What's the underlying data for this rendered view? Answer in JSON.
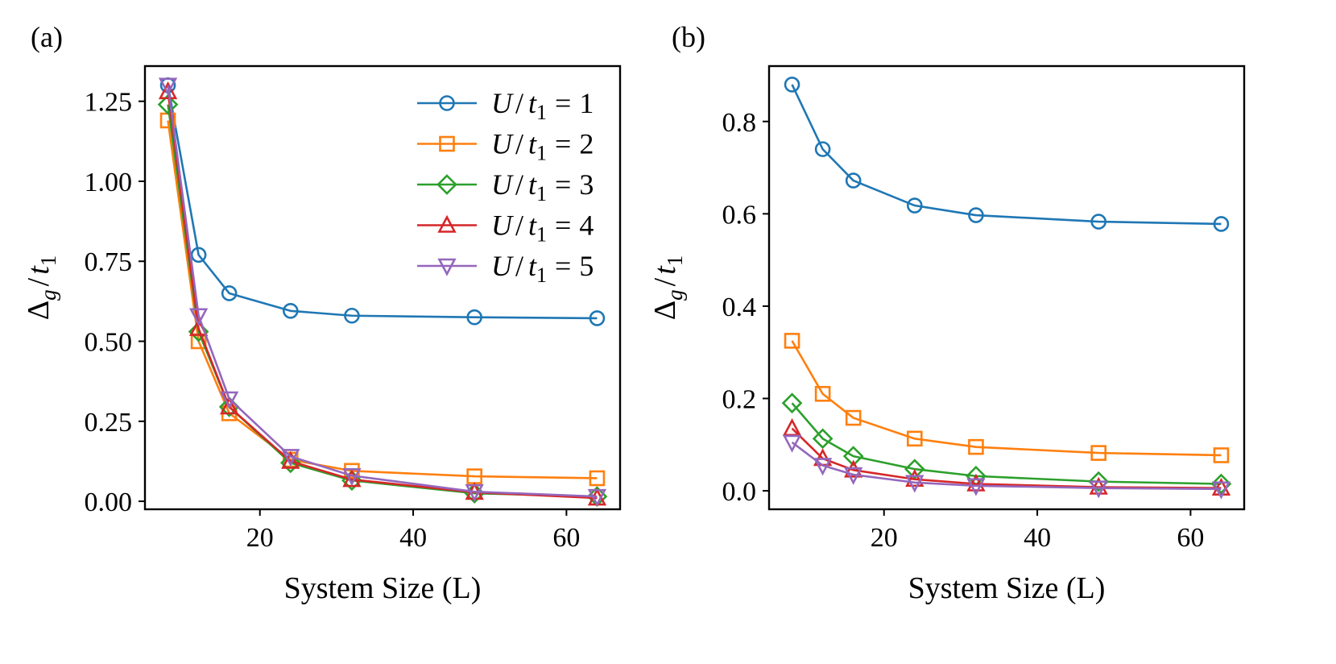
{
  "figure": {
    "panel_labels": [
      "(a)",
      "(b)"
    ]
  },
  "legend_math": {
    "var_U": "U",
    "slash": "/",
    "var_t": "t",
    "sub_1": "1",
    "eq": "="
  },
  "ylabel_math": {
    "delta": "Δ",
    "sub_g": "g",
    "slash": "/",
    "var_t": "t",
    "sub_1": "1"
  },
  "chart_data": [
    {
      "type": "line",
      "panel": "(a)",
      "xlabel": "System Size (L)",
      "ylabel": "Δg / t1",
      "xlim": [
        5,
        67
      ],
      "ylim": [
        -0.025,
        1.36
      ],
      "xticks": [
        20,
        40,
        60
      ],
      "xtick_labels": [
        "20",
        "40",
        "60"
      ],
      "yticks": [
        0,
        0.25,
        0.5,
        0.75,
        1.0,
        1.25
      ],
      "ytick_labels": [
        "0.00",
        "0.25",
        "0.50",
        "0.75",
        "1.00",
        "1.25"
      ],
      "grid": false,
      "legend": "upper-right",
      "x": [
        8,
        12,
        16,
        24,
        32,
        48,
        64
      ],
      "series": [
        {
          "name": "1",
          "color": "#1f77b4",
          "marker": "circle",
          "values": [
            1.3,
            0.77,
            0.65,
            0.595,
            0.58,
            0.575,
            0.572
          ]
        },
        {
          "name": "2",
          "color": "#ff7f0e",
          "marker": "square",
          "values": [
            1.19,
            0.5,
            0.275,
            0.13,
            0.095,
            0.078,
            0.072
          ]
        },
        {
          "name": "3",
          "color": "#2ca02c",
          "marker": "diamond",
          "values": [
            1.24,
            0.53,
            0.295,
            0.12,
            0.065,
            0.025,
            0.015
          ]
        },
        {
          "name": "4",
          "color": "#d62728",
          "marker": "triangle-up",
          "values": [
            1.28,
            0.54,
            0.295,
            0.125,
            0.068,
            0.028,
            0.01
          ]
        },
        {
          "name": "5",
          "color": "#9467bd",
          "marker": "triangle-down",
          "values": [
            1.3,
            0.58,
            0.32,
            0.14,
            0.08,
            0.03,
            0.015
          ]
        }
      ]
    },
    {
      "type": "line",
      "panel": "(b)",
      "xlabel": "System Size (L)",
      "ylabel": "Δg / t1",
      "xlim": [
        5,
        67
      ],
      "ylim": [
        -0.04,
        0.92
      ],
      "xticks": [
        20,
        40,
        60
      ],
      "xtick_labels": [
        "20",
        "40",
        "60"
      ],
      "yticks": [
        0,
        0.2,
        0.4,
        0.6,
        0.8
      ],
      "ytick_labels": [
        "0.0",
        "0.2",
        "0.4",
        "0.6",
        "0.8"
      ],
      "grid": false,
      "legend": "none",
      "x": [
        8,
        12,
        16,
        24,
        32,
        48,
        64
      ],
      "series": [
        {
          "color": "#1f77b4",
          "marker": "circle",
          "values": [
            0.88,
            0.74,
            0.672,
            0.618,
            0.597,
            0.583,
            0.578
          ]
        },
        {
          "color": "#ff7f0e",
          "marker": "square",
          "values": [
            0.325,
            0.21,
            0.158,
            0.113,
            0.095,
            0.082,
            0.077
          ]
        },
        {
          "color": "#2ca02c",
          "marker": "diamond",
          "values": [
            0.19,
            0.113,
            0.075,
            0.047,
            0.032,
            0.02,
            0.015
          ]
        },
        {
          "color": "#d62728",
          "marker": "triangle-up",
          "values": [
            0.135,
            0.07,
            0.045,
            0.025,
            0.015,
            0.008,
            0.006
          ]
        },
        {
          "color": "#9467bd",
          "marker": "triangle-down",
          "values": [
            0.105,
            0.055,
            0.035,
            0.018,
            0.011,
            0.006,
            0.004
          ]
        }
      ]
    }
  ]
}
